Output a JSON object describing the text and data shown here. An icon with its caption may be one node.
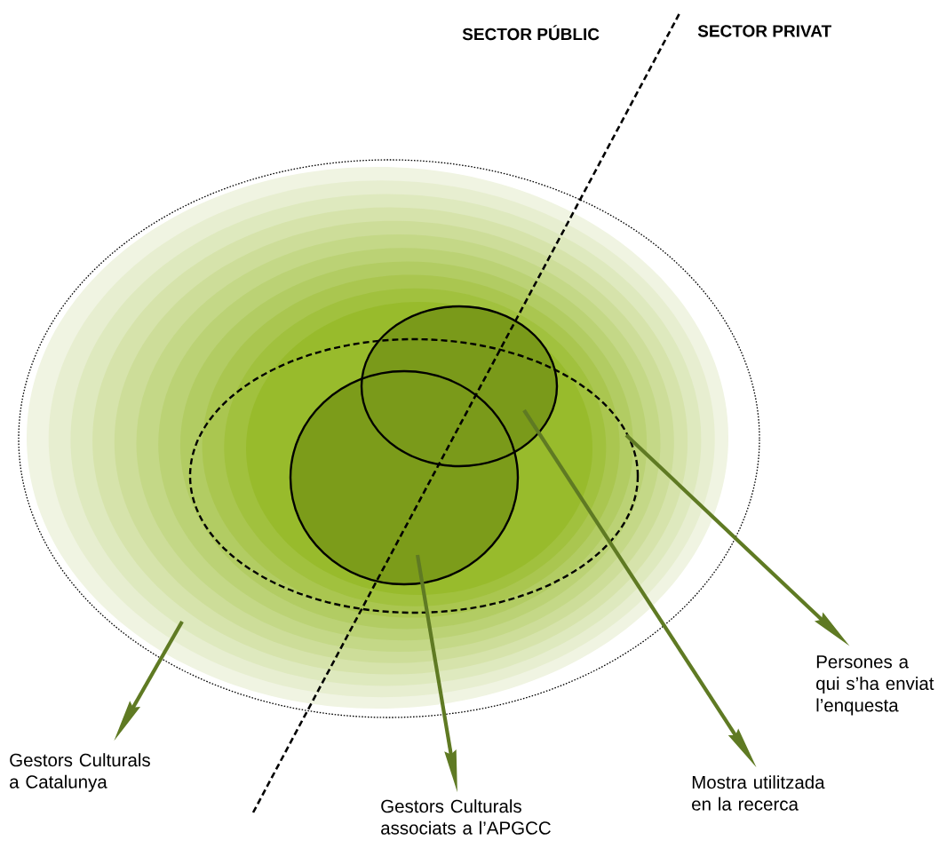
{
  "diagram": {
    "nodes": [
      {
        "text": [],
        "shape": "circle"
      },
      {
        "text": [],
        "shape": "circle",
        "in": 0
      },
      {
        "text": [],
        "shape": "circle",
        "in": 0
      },
      {
        "text": [],
        "shape": "circle",
        "in": 1
      },
      {
        "text": [
          "Gestors Culturals a Catalunya"
        ]
      },
      {
        "text": [
          "Gestors Culturals associats a l’APGCC"
        ]
      },
      {
        "text": [
          "Mostra utilitzada en la recerca"
        ]
      },
      {
        "text": [
          "Persones a qui s’ha enviat l’enquesta"
        ]
      }
    ],
    "edges": [
      {
        "from": 0,
        "to": 4,
        "arrow": "to"
      },
      {
        "from": 3,
        "to": 5,
        "arrow": "to"
      },
      {
        "from": 2,
        "to": 6,
        "arrow": "to"
      },
      {
        "from": 1,
        "to": 7,
        "arrow": "to"
      }
    ],
    "labels": [
      "SECTOR PÚBLIC",
      "SECTOR PRIVAT"
    ]
  }
}
